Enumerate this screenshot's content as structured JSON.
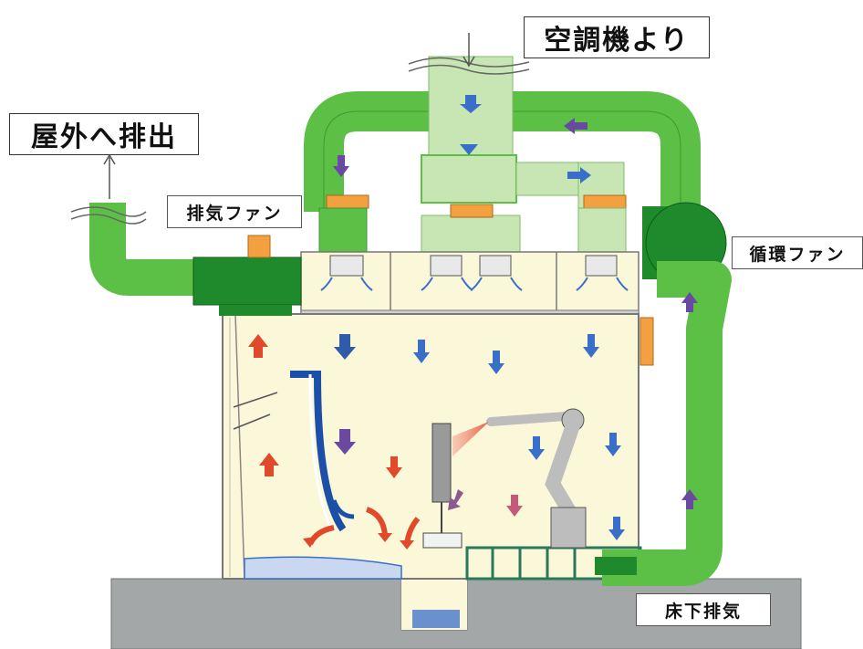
{
  "labels": {
    "from_ac": "空調機より",
    "exhaust_outside": "屋外へ排出",
    "exhaust_fan": "排気ファン",
    "circulation_fan": "循環ファン",
    "underfloor_exhaust": "床下排気"
  },
  "colors": {
    "duct_green": "#5cbf46",
    "duct_light": "#c8e6b4",
    "fan_dark_green": "#1e8a2c",
    "booth_fill": "#fbf7d9",
    "floor_gray": "#a3a7a7",
    "filter_orange": "#f2a040",
    "arrow_blue": "#3a6fc9",
    "arrow_red": "#e04a2a",
    "arrow_purple": "#6a4aa0"
  }
}
